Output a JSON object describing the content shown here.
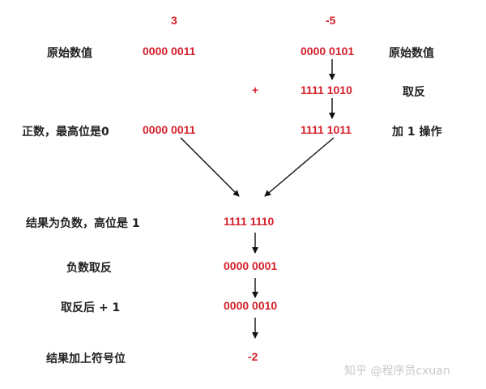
{
  "header": {
    "left_value": "3",
    "right_value": "-5"
  },
  "rows": {
    "original_label_left": "原始数值",
    "original_left": "0000 0011",
    "original_right": "0000 0101",
    "original_label_right": "原始数值",
    "plus": "+",
    "invert_right": "1111 1010",
    "invert_label": "取反",
    "positive_label": "正数，最高位是0",
    "positive_left": "0000 0011",
    "plus_one_right": "1111 1011",
    "plus_one_label": "加 1 操作"
  },
  "result": {
    "sum_label": "结果为负数，高位是 1",
    "sum_value": "1111 1110",
    "neg_invert_label": "负数取反",
    "neg_invert_value": "0000 0001",
    "plus_one_label": "取反后 + 1",
    "plus_one_value": "0000 0010",
    "final_label": "结果加上符号位",
    "final_value": "-2"
  },
  "watermark": "知乎 @程序员cxuan",
  "colors": {
    "accent": "#d4202a",
    "text": "#222222"
  }
}
